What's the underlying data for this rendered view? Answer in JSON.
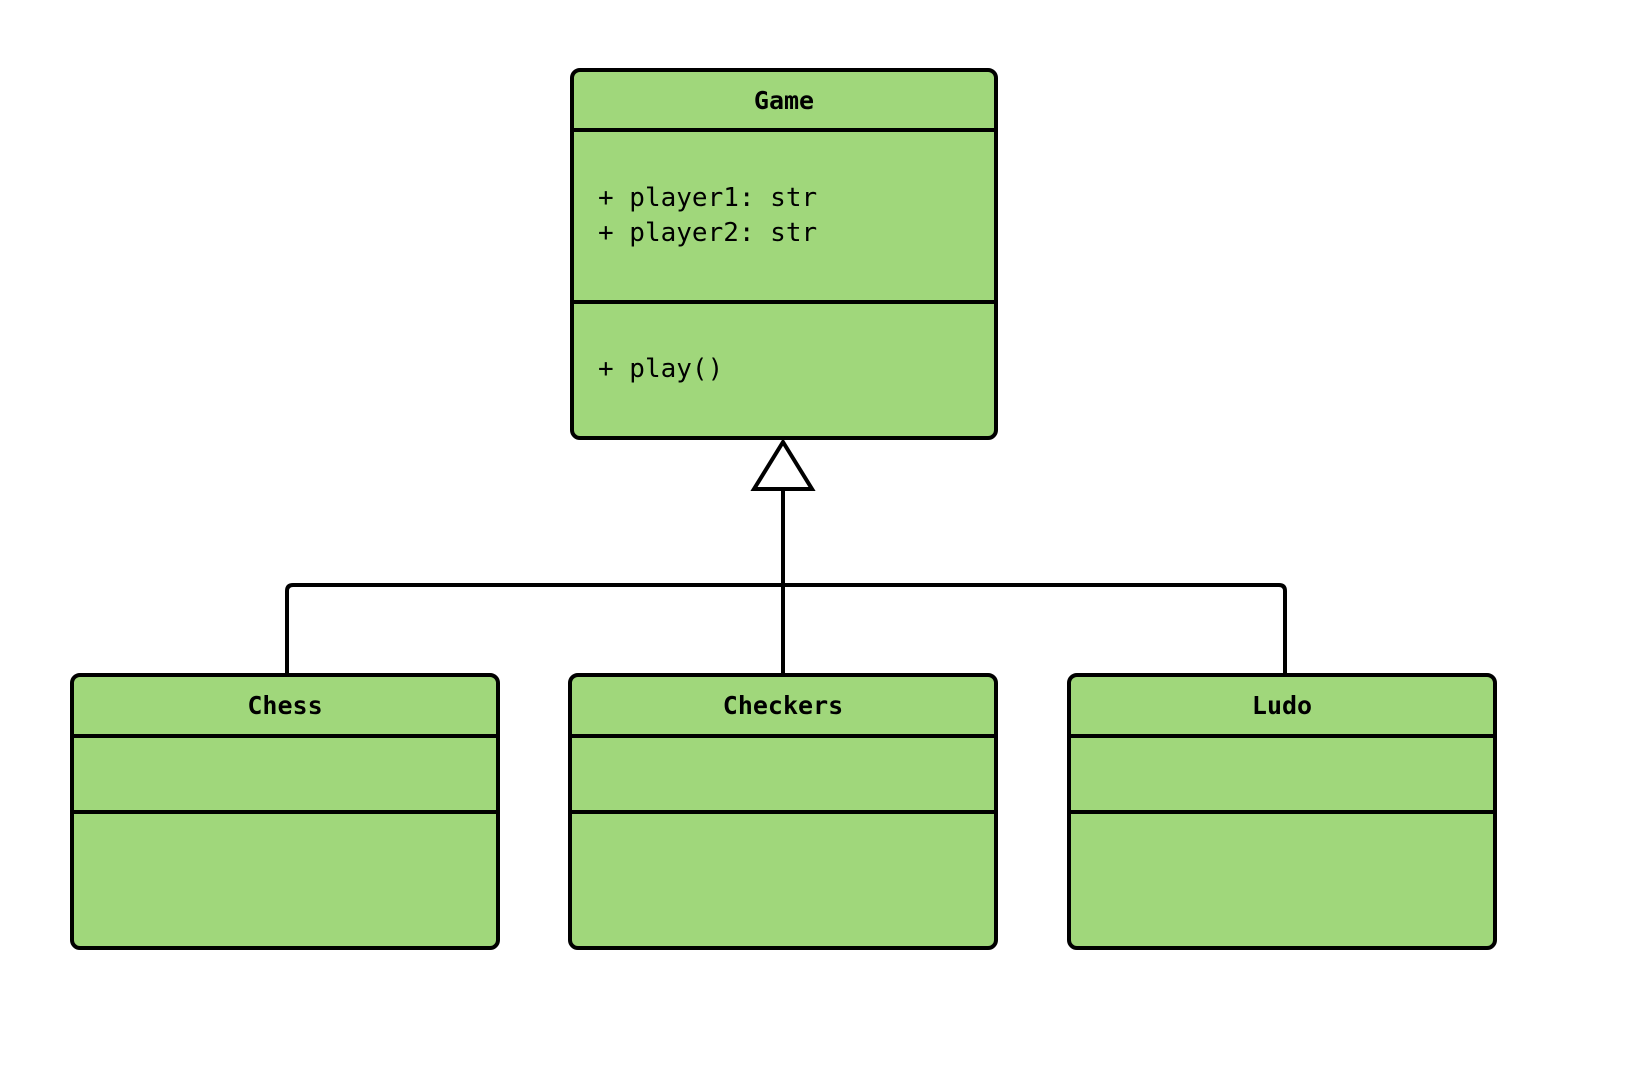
{
  "diagram": {
    "kind": "uml-class-diagram",
    "title": "Game inheritance hierarchy",
    "background_color": "#ffffff",
    "class_fill_color": "#a0d77b",
    "stroke_color": "#000000",
    "relationship": "generalization"
  },
  "classes": {
    "game": {
      "name": "Game",
      "attributes": [
        "+ player1: str",
        "+ player2: str"
      ],
      "methods": [
        "+ play()"
      ]
    },
    "chess": {
      "name": "Chess",
      "attributes": [],
      "methods": []
    },
    "checkers": {
      "name": "Checkers",
      "attributes": [],
      "methods": []
    },
    "ludo": {
      "name": "Ludo",
      "attributes": [],
      "methods": []
    }
  },
  "edges": [
    {
      "from": "chess",
      "to": "game",
      "type": "inheritance"
    },
    {
      "from": "checkers",
      "to": "game",
      "type": "inheritance"
    },
    {
      "from": "ludo",
      "to": "game",
      "type": "inheritance"
    }
  ]
}
